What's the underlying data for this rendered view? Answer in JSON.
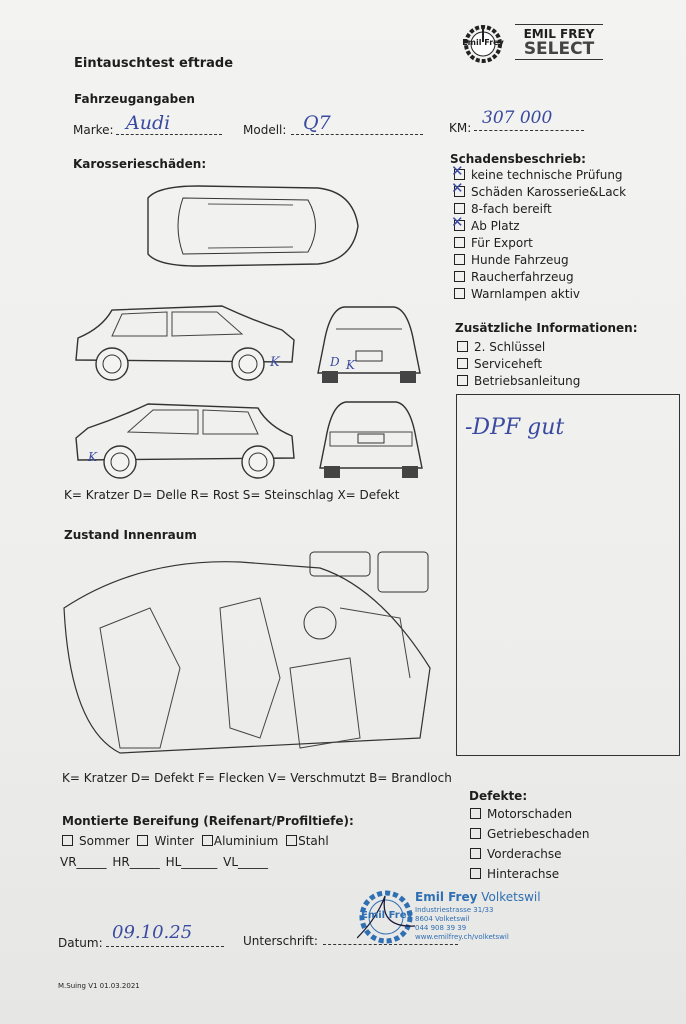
{
  "logo": {
    "brand_top": "EMIL FREY",
    "brand_bottom": "SELECT",
    "emblem_text": "Emil Frey"
  },
  "title": "Eintauschtest eftrade",
  "vehicle": {
    "section": "Fahrzeugangaben",
    "make_label": "Marke:",
    "make_value": "Audi",
    "model_label": "Modell:",
    "model_value": "Q7",
    "km_label": "KM:",
    "km_value": "307 000"
  },
  "body_damage": {
    "heading": "Karosserieschäden:",
    "legend": "K= Kratzer D= Delle R= Rost S= Steinschlag X= Defekt",
    "marks": [
      "K",
      "D",
      "K",
      "K"
    ]
  },
  "damage_description": {
    "heading": "Schadensbeschrieb:",
    "items": [
      {
        "label": "keine technische Prüfung",
        "checked": true
      },
      {
        "label": "Schäden Karosserie&Lack",
        "checked": true
      },
      {
        "label": "8-fach bereift",
        "checked": false
      },
      {
        "label": "Ab Platz",
        "checked": true
      },
      {
        "label": "Für Export",
        "checked": false
      },
      {
        "label": "Hunde Fahrzeug",
        "checked": false
      },
      {
        "label": "Raucherfahrzeug",
        "checked": false
      },
      {
        "label": "Warnlampen aktiv",
        "checked": false
      }
    ]
  },
  "additional_info": {
    "heading": "Zusätzliche Informationen:",
    "items": [
      {
        "label": "2. Schlüssel",
        "checked": false
      },
      {
        "label": "Serviceheft",
        "checked": false
      },
      {
        "label": "Betriebsanleitung",
        "checked": false
      }
    ],
    "notes": "-DPF gut"
  },
  "interior": {
    "heading": "Zustand Innenraum",
    "legend": "K= Kratzer D= Defekt F= Flecken V= Verschmutzt B= Brandloch"
  },
  "tires": {
    "heading": "Montierte Bereifung (Reifenart/Profiltiefe):",
    "options": [
      "Sommer",
      "Winter",
      "Aluminium",
      "Stahl"
    ],
    "positions": [
      "VR_____",
      "HR_____",
      "HL______",
      "VL_____"
    ]
  },
  "defects": {
    "heading": "Defekte:",
    "items": [
      {
        "label": "Motorschaden",
        "checked": false
      },
      {
        "label": "Getriebeschaden",
        "checked": false
      },
      {
        "label": "Vorderachse",
        "checked": false
      },
      {
        "label": "Hinterachse",
        "checked": false
      }
    ]
  },
  "signature": {
    "date_label": "Datum:",
    "date_value": "09.10.25",
    "sign_label": "Unterschrift:"
  },
  "stamp": {
    "name": "Emil Frey",
    "location": "Volketswil",
    "street": "Industriestrasse 31/33",
    "city": "8604 Volketswil",
    "phone": "044 908 39 39",
    "web": "www.emilfrey.ch/volketswil"
  },
  "footer": "M.Suing V1 01.03.2021",
  "colors": {
    "ink": "#3a4aa0",
    "stamp": "#2f6fb3"
  }
}
